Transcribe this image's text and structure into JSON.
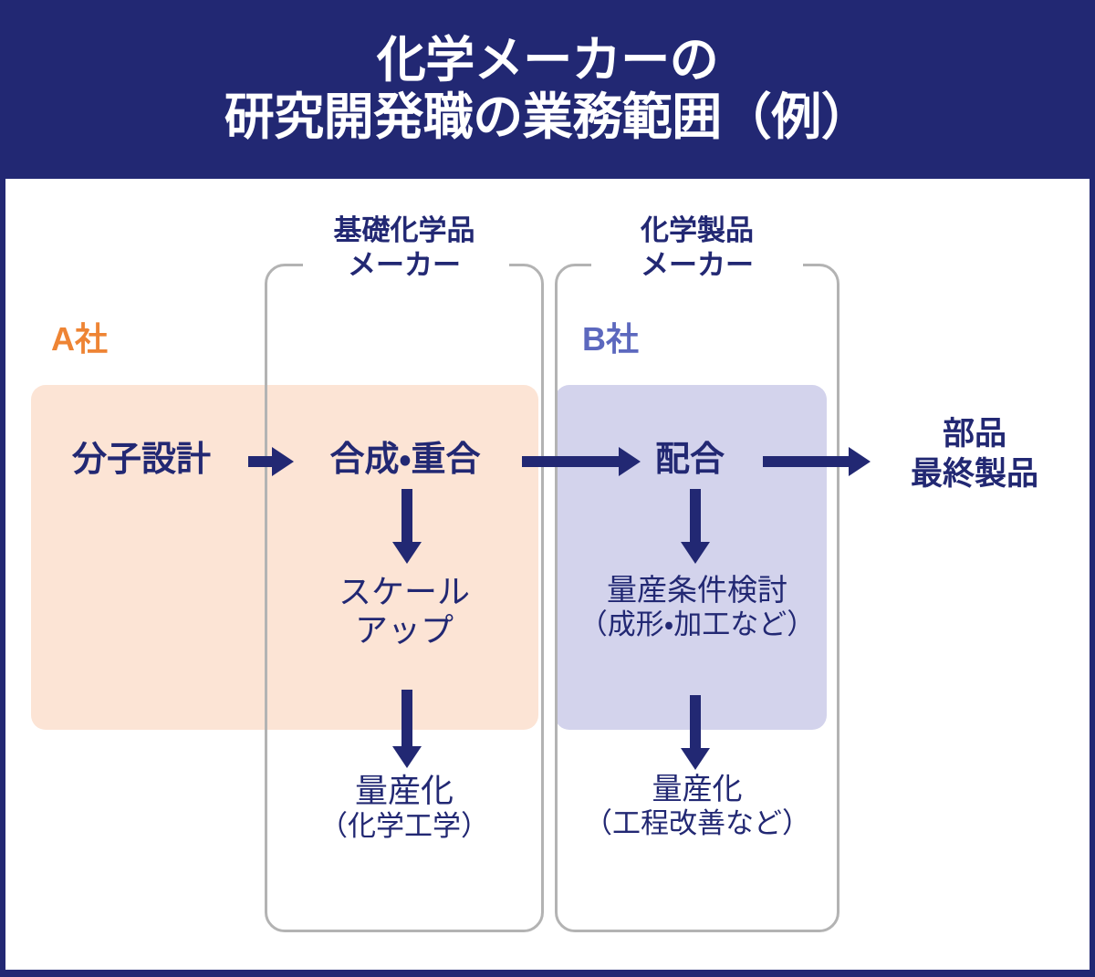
{
  "header": {
    "title_line1": "化学メーカーの",
    "title_line2": "研究開発職の業務範囲（例）",
    "background_color": "#222873",
    "text_color": "#ffffff"
  },
  "colors": {
    "navy": "#222873",
    "company_a_accent": "#EE8434",
    "company_b_accent": "#5C68BE",
    "band_a_fill": "#FCE4D5",
    "band_b_fill": "#D3D3EC",
    "box_outline": "#b3b3b3"
  },
  "makers": [
    {
      "heading_line1": "基礎化学品",
      "heading_line2": "メーカー"
    },
    {
      "heading_line1": "化学製品",
      "heading_line2": "メーカー"
    }
  ],
  "companies": [
    {
      "label": "A社",
      "color": "#EE8434"
    },
    {
      "label": "B社",
      "color": "#5C68BE"
    }
  ],
  "process_row": [
    {
      "label": "分子設計"
    },
    {
      "label": "合成・重合"
    },
    {
      "label": "配合"
    }
  ],
  "endpoint": {
    "line1": "部品",
    "line2": "最終製品"
  },
  "sub_steps": {
    "scale_up": {
      "line1": "スケール",
      "line2": "アップ"
    },
    "mass_production_a": {
      "line1": "量産化",
      "line2": "（化学工学）"
    },
    "condition_b": {
      "line1": "量産条件検討",
      "line2": "（成形・加工など）"
    },
    "mass_production_b": {
      "line1": "量産化",
      "line2": "（工程改善など）"
    }
  },
  "icons": {
    "arrow_right": "arrow-right-icon",
    "arrow_down": "arrow-down-icon"
  },
  "chart_data": {
    "type": "diagram",
    "title": "化学メーカーの研究開発職の業務範囲（例）",
    "description": "Horizontal value-chain flow with two vertically-branching maker columns",
    "flow_main": [
      "分子設計",
      "合成・重合",
      "配合",
      "部品／最終製品"
    ],
    "columns": [
      {
        "name": "基礎化学品メーカー",
        "company": "A社",
        "steps": [
          "合成・重合",
          "スケールアップ",
          "量産化（化学工学）"
        ]
      },
      {
        "name": "化学製品メーカー",
        "company": "B社",
        "steps": [
          "配合",
          "量産条件検討（成形・加工など）",
          "量産化（工程改善など）"
        ]
      }
    ],
    "company_scope": {
      "A社": [
        "分子設計",
        "合成・重合",
        "スケールアップ"
      ],
      "B社": [
        "配合",
        "量産条件検討（成形・加工など）"
      ]
    }
  }
}
